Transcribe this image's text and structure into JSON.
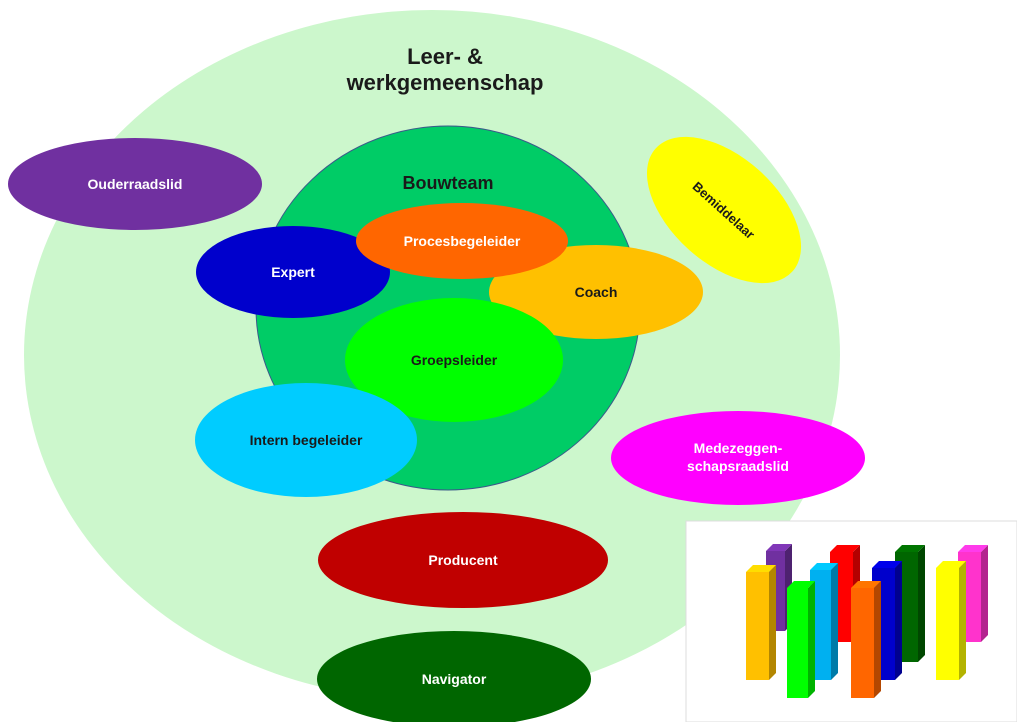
{
  "title_lines": [
    "Leer- &",
    "werkgemeenschap"
  ],
  "inner_title": "Bouwteam",
  "roles": {
    "ouderraadslid": "Ouderraadslid",
    "bemiddelaar": "Bemiddelaar",
    "expert": "Expert",
    "procesbegeleider": "Procesbegeleider",
    "coach": "Coach",
    "groepsleider": "Groepsleider",
    "intern_begeleider": "Intern begeleider",
    "medezeggenschapsraadslid_lines": [
      "Medezeggen-",
      "schapsraadslid"
    ],
    "producent": "Producent",
    "navigator": "Navigator"
  },
  "colors": {
    "outer_circle": "#ccf7cc",
    "inner_circle": "#00cc66",
    "ouderraadslid": "#7030a0",
    "bemiddelaar": "#ffff00",
    "expert": "#0000cc",
    "procesbegeleider": "#ff6600",
    "coach": "#ffc000",
    "groepsleider": "#00ff00",
    "intern_begeleider": "#00ccff",
    "medezeggenschapsraadslid": "#ff00ff",
    "producent": "#c00000",
    "navigator": "#006600"
  },
  "logo_bar_colors": [
    "#ffc000",
    "#7030a0",
    "#00ff00",
    "#00b0f0",
    "#ff0000",
    "#ff6600",
    "#0000cc",
    "#006600",
    "#ffff00",
    "#ff33cc"
  ]
}
